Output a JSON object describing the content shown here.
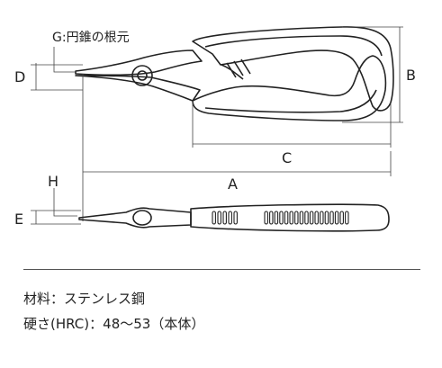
{
  "labels": {
    "a": "A",
    "c": "C",
    "d": "D",
    "b": "B",
    "e": "E",
    "h": "H",
    "g": "G:円錐の根元"
  },
  "specs": [
    {
      "label": "材料",
      "separator": "：",
      "value": "ステンレス鋼"
    },
    {
      "label": "硬さ(HRC)",
      "separator": "：",
      "value": "48～53（本体）"
    }
  ]
}
